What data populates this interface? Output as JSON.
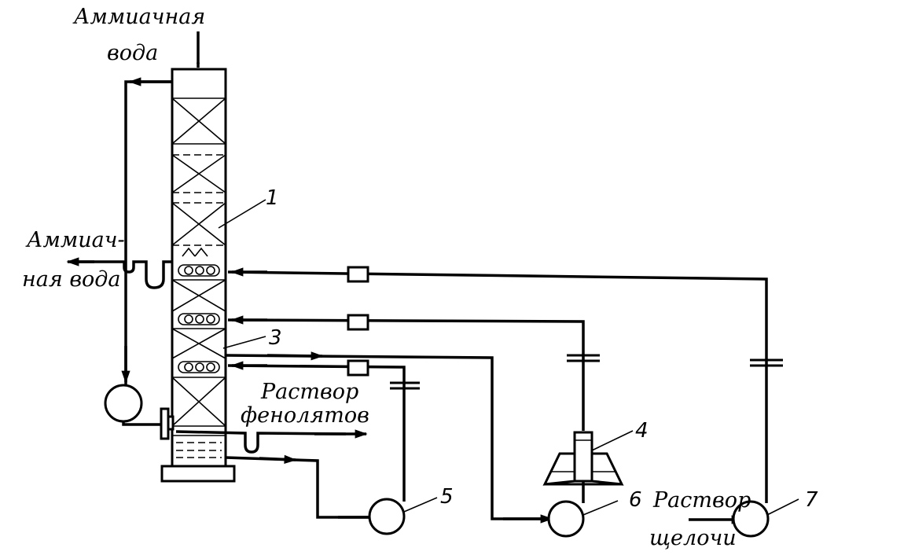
{
  "labels": {
    "ammonia_water_in_1": "Аммиачная",
    "ammonia_water_in_2": "вода",
    "ammonia_water_out_1": "Аммиач-",
    "ammonia_water_out_2": "ная вода",
    "phenolate_1": "Раствор",
    "phenolate_2": "фенолятов",
    "alkali_1": "Раствор",
    "alkali_2": "щелочи"
  },
  "numbers": {
    "column": "1",
    "section": "3",
    "filter": "4",
    "pump5": "5",
    "pump6": "6",
    "pump7": "7"
  }
}
